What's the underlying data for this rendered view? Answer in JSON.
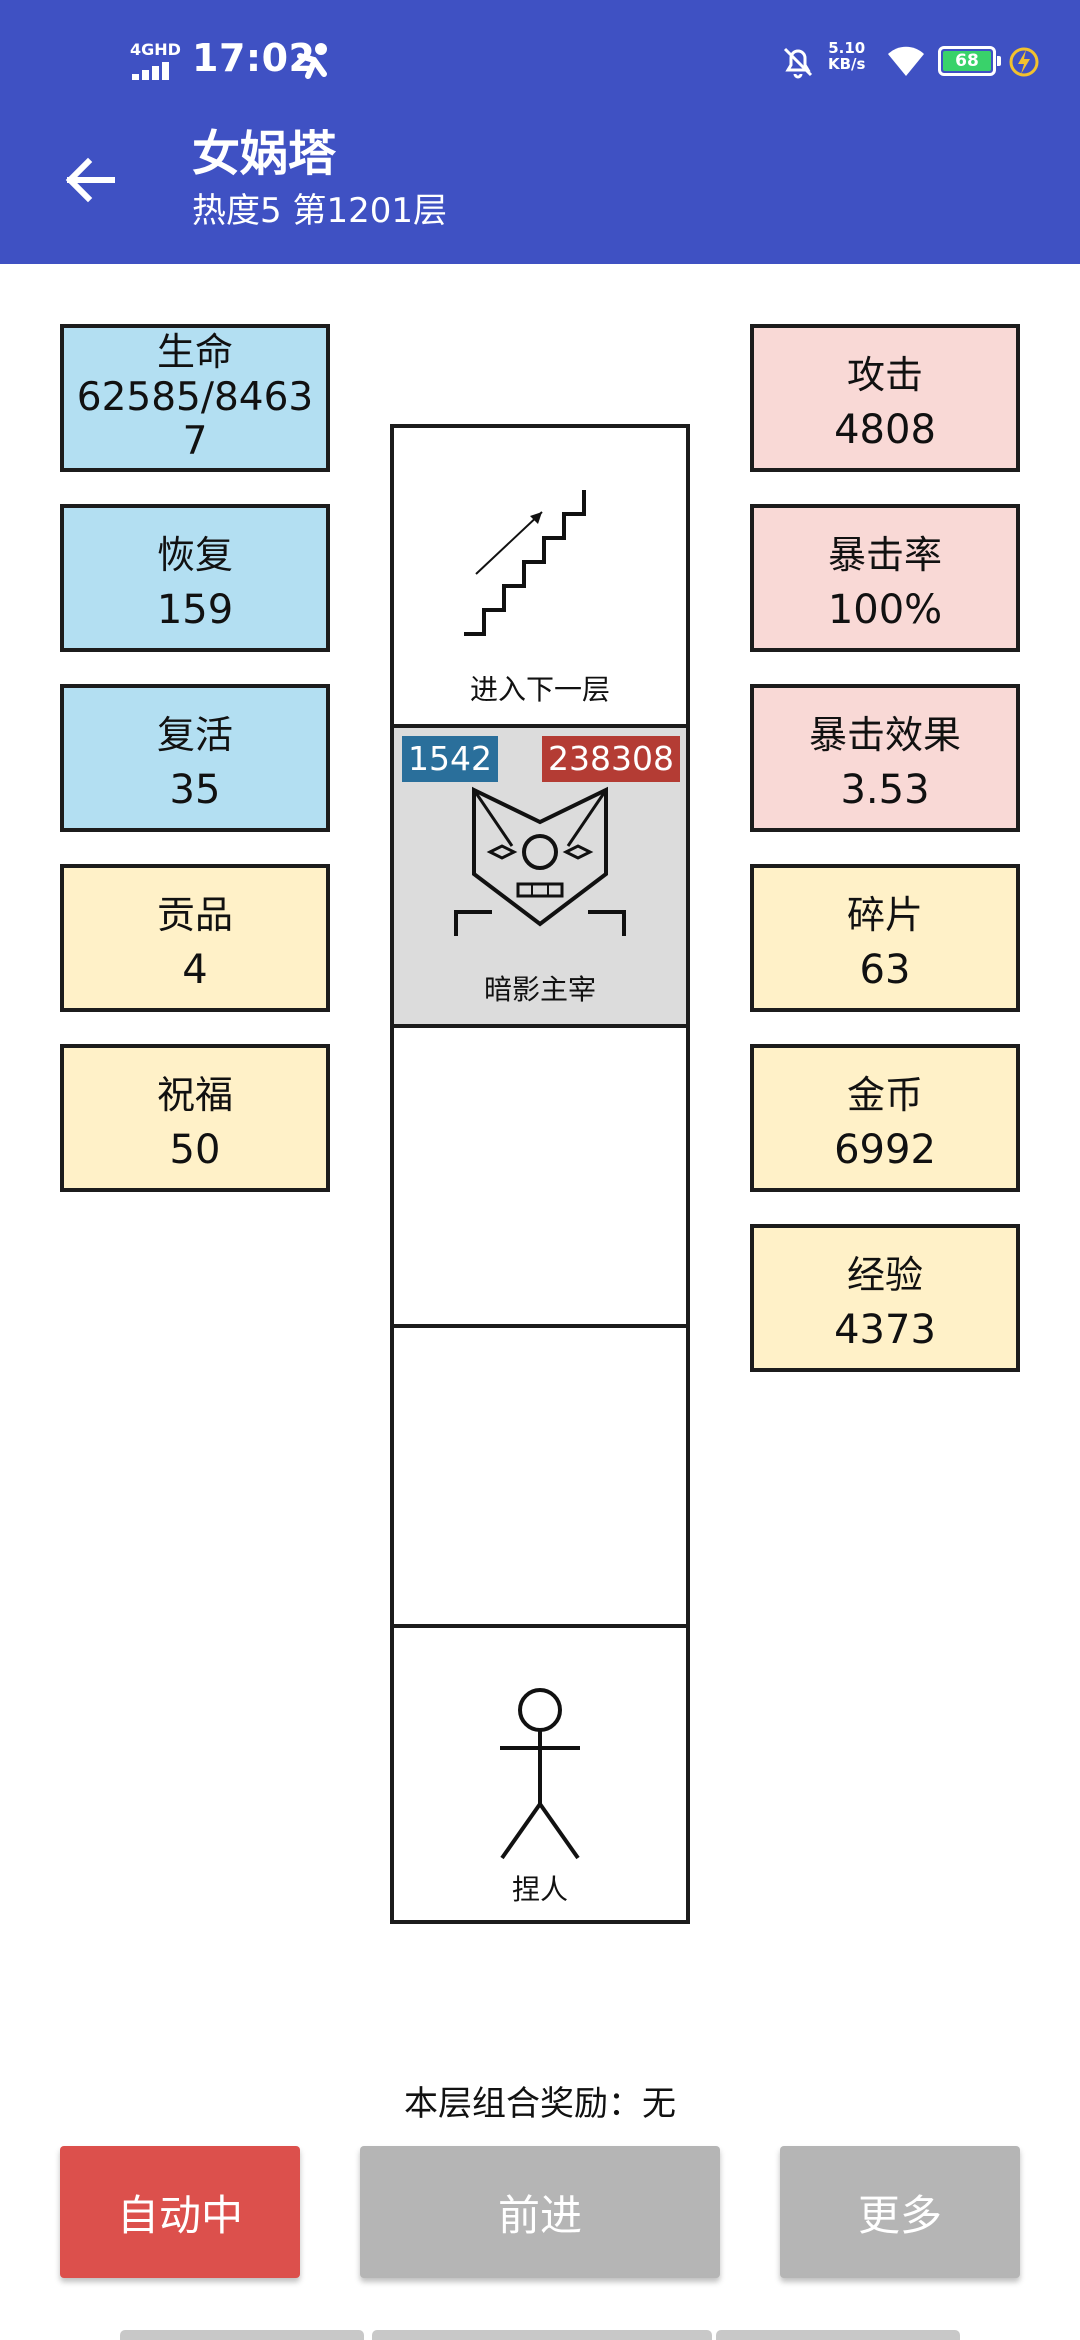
{
  "status_bar": {
    "network": "4GHD",
    "time": "17:02",
    "speed_value": "5.10",
    "speed_unit": "KB/s",
    "battery": "68"
  },
  "header": {
    "title": "女娲塔",
    "subtitle": "热度5 第1201层"
  },
  "left_stats": [
    {
      "label": "生命",
      "value": "62585/84637"
    },
    {
      "label": "恢复",
      "value": "159"
    },
    {
      "label": "复活",
      "value": "35"
    },
    {
      "label": "贡品",
      "value": "4"
    },
    {
      "label": "祝福",
      "value": "50"
    }
  ],
  "right_stats": [
    {
      "label": "攻击",
      "value": "4808"
    },
    {
      "label": "暴击率",
      "value": "100%"
    },
    {
      "label": "暴击效果",
      "value": "3.53"
    },
    {
      "label": "碎片",
      "value": "63"
    },
    {
      "label": "金币",
      "value": "6992"
    },
    {
      "label": "经验",
      "value": "4373"
    }
  ],
  "tower": {
    "next_floor_label": "进入下一层",
    "enemy": {
      "name": "暗影主宰",
      "hp": "1542",
      "attack": "238308"
    },
    "player_label": "捏人"
  },
  "combo_reward": "本层组合奖励：无",
  "buttons": {
    "auto": "自动中",
    "forward": "前进",
    "more": "更多"
  },
  "colors": {
    "header": "#3f51c3",
    "auto_button": "#dc504c",
    "grey_button": "#b5b5b5",
    "stat_blue": "#b3dff2",
    "stat_pink": "#f9d9d6",
    "stat_yellow": "#fff1c8",
    "hp_badge": "#2a6f9b",
    "attack_badge": "#b43c34"
  }
}
